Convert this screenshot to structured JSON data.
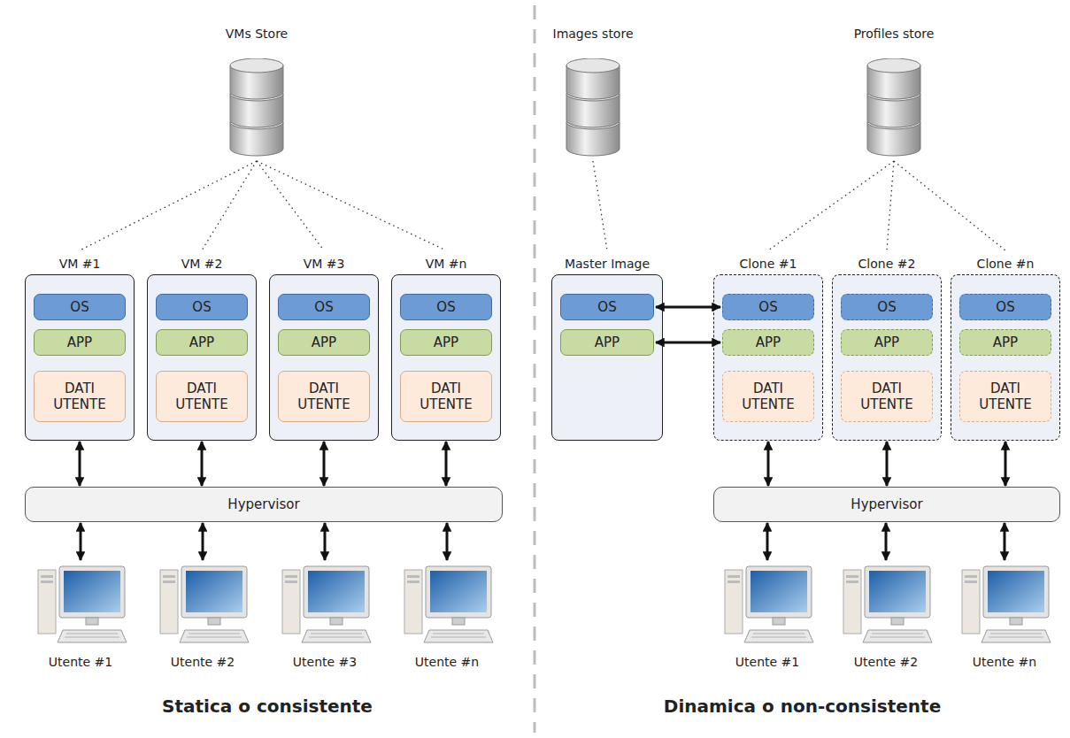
{
  "diagram": {
    "nodes": [
      {
        "text": [
          "VMs Store"
        ]
      },
      {
        "text": [
          "VM #1"
        ]
      },
      {
        "text": [
          "OS"
        ],
        "in": 1
      },
      {
        "text": [
          "APP"
        ],
        "in": 1
      },
      {
        "text": [
          "DATI UTENTE"
        ],
        "in": 1
      },
      {
        "text": [
          "VM #2"
        ]
      },
      {
        "text": [
          "OS"
        ],
        "in": 5
      },
      {
        "text": [
          "APP"
        ],
        "in": 5
      },
      {
        "text": [
          "DATI UTENTE"
        ],
        "in": 5
      },
      {
        "text": [
          "VM #3"
        ]
      },
      {
        "text": [
          "OS"
        ],
        "in": 9
      },
      {
        "text": [
          "APP"
        ],
        "in": 9
      },
      {
        "text": [
          "DATI UTENTE"
        ],
        "in": 9
      },
      {
        "text": [
          "VM #n"
        ]
      },
      {
        "text": [
          "OS"
        ],
        "in": 13
      },
      {
        "text": [
          "APP"
        ],
        "in": 13
      },
      {
        "text": [
          "DATI UTENTE"
        ],
        "in": 13
      },
      {
        "text": [
          "Hypervisor"
        ]
      },
      {
        "text": [
          "Utente #1"
        ]
      },
      {
        "text": [
          "Utente #2"
        ]
      },
      {
        "text": [
          "Utente #3"
        ]
      },
      {
        "text": [
          "Utente #n"
        ]
      },
      {
        "text": [
          "Images store"
        ]
      },
      {
        "text": [
          "Profiles store"
        ]
      },
      {
        "text": [
          "Master Image"
        ]
      },
      {
        "text": [
          "OS"
        ],
        "in": 24
      },
      {
        "text": [
          "APP"
        ],
        "in": 24
      },
      {
        "text": [
          "Clone #1"
        ]
      },
      {
        "text": [
          "OS"
        ],
        "in": 27
      },
      {
        "text": [
          "APP"
        ],
        "in": 27
      },
      {
        "text": [
          "DATI UTENTE"
        ],
        "in": 27
      },
      {
        "text": [
          "Clone #2"
        ]
      },
      {
        "text": [
          "OS"
        ],
        "in": 31
      },
      {
        "text": [
          "APP"
        ],
        "in": 31
      },
      {
        "text": [
          "DATI UTENTE"
        ],
        "in": 31
      },
      {
        "text": [
          "Clone #n"
        ]
      },
      {
        "text": [
          "OS"
        ],
        "in": 35
      },
      {
        "text": [
          "APP"
        ],
        "in": 35
      },
      {
        "text": [
          "DATI UTENTE"
        ],
        "in": 35
      },
      {
        "text": [
          "Hypervisor"
        ]
      },
      {
        "text": [
          "Utente #1"
        ]
      },
      {
        "text": [
          "Utente #2"
        ]
      },
      {
        "text": [
          "Utente #n"
        ]
      }
    ],
    "edges": [
      {
        "from": 0,
        "to": 1,
        "arrow": "none"
      },
      {
        "from": 0,
        "to": 5,
        "arrow": "none"
      },
      {
        "from": 0,
        "to": 9,
        "arrow": "none"
      },
      {
        "from": 0,
        "to": 13,
        "arrow": "none"
      },
      {
        "from": 1,
        "to": 17,
        "arrow": "both"
      },
      {
        "from": 5,
        "to": 17,
        "arrow": "both"
      },
      {
        "from": 9,
        "to": 17,
        "arrow": "both"
      },
      {
        "from": 13,
        "to": 17,
        "arrow": "both"
      },
      {
        "from": 17,
        "to": 18,
        "arrow": "both"
      },
      {
        "from": 17,
        "to": 19,
        "arrow": "both"
      },
      {
        "from": 17,
        "to": 20,
        "arrow": "both"
      },
      {
        "from": 17,
        "to": 21,
        "arrow": "both"
      },
      {
        "from": 22,
        "to": 24,
        "arrow": "none"
      },
      {
        "from": 23,
        "to": 27,
        "arrow": "none"
      },
      {
        "from": 23,
        "to": 31,
        "arrow": "none"
      },
      {
        "from": 23,
        "to": 35,
        "arrow": "none"
      },
      {
        "from": 25,
        "to": 28,
        "arrow": "both"
      },
      {
        "from": 26,
        "to": 29,
        "arrow": "both"
      },
      {
        "from": 27,
        "to": 39,
        "arrow": "both"
      },
      {
        "from": 31,
        "to": 39,
        "arrow": "both"
      },
      {
        "from": 35,
        "to": 39,
        "arrow": "both"
      },
      {
        "from": 39,
        "to": 40,
        "arrow": "both"
      },
      {
        "from": 39,
        "to": 41,
        "arrow": "both"
      },
      {
        "from": 39,
        "to": 42,
        "arrow": "both"
      }
    ],
    "labels": [
      "Statica o consistente",
      "Dinamica o non-consistente"
    ]
  }
}
